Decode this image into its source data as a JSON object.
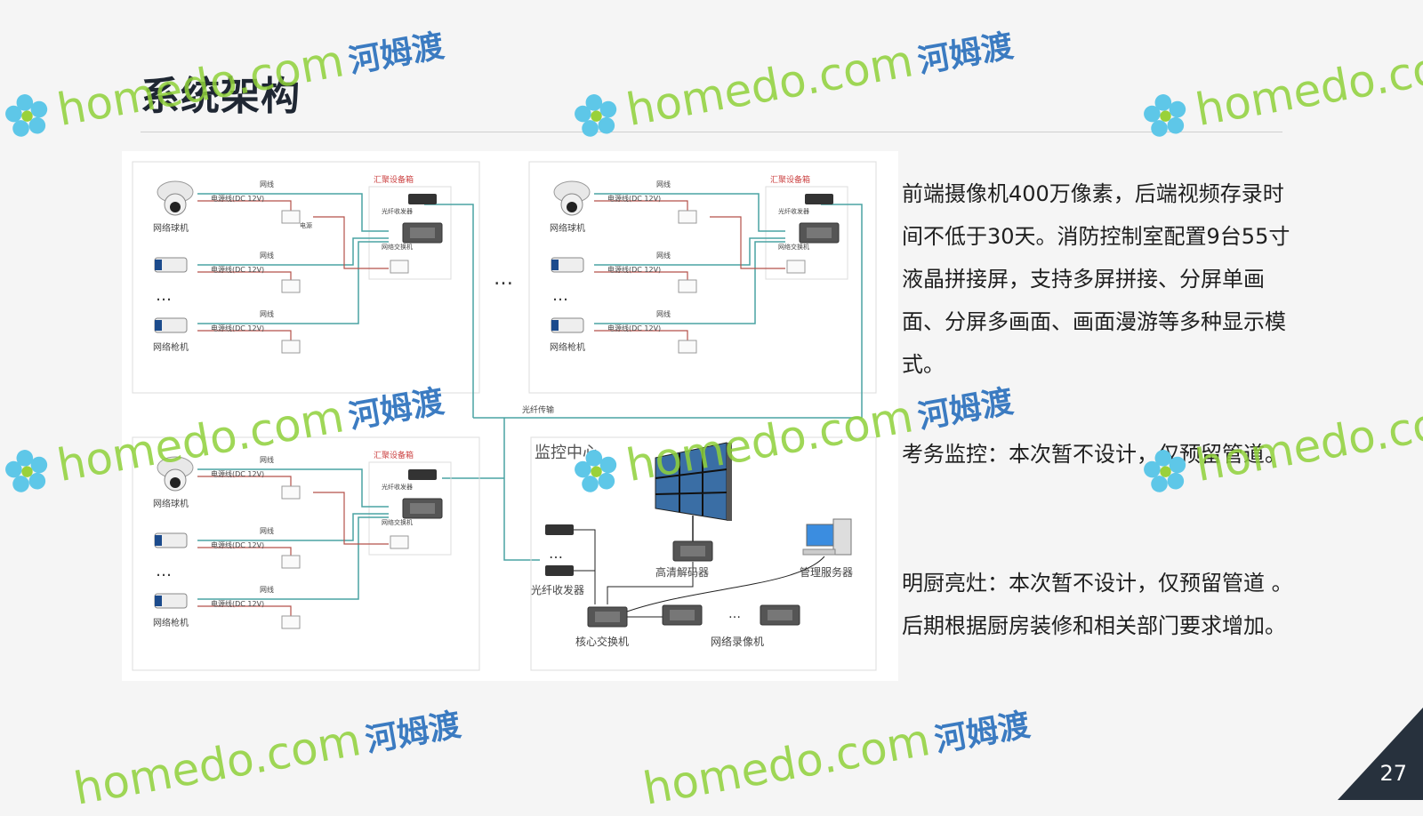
{
  "slide": {
    "title": "系统架构",
    "page_number": "27"
  },
  "description": {
    "paragraph1": "前端摄像机400万像素，后端视频存录时间不低于30天。消防控制室配置9台55寸液晶拼接屏，支持多屏拼接、分屏单画面、分屏多画面、画面漫游等多种显示模式。",
    "paragraph2": "考务监控：本次暂不设计，仅预留管道。",
    "paragraph3": "明厨亮灶：本次暂不设计，仅预留管道 。后期根据厨房装修和相关部门要求增加。"
  },
  "diagram": {
    "dome_camera": "网络球机",
    "bullet_camera": "网络枪机",
    "network_cable": "网线",
    "power_cable": "电源线(DC 12V)",
    "power_supply": "电源",
    "aggregation_device": "汇聚设备箱",
    "fiber_transceiver_small": "光纤收发器",
    "network_switch": "网络交换机",
    "ellipsis": "…",
    "fiber_transmission": "光纤传输",
    "monitoring_center": "监控中心",
    "hd_decoder": "高清解码器",
    "management_server": "管理服务器",
    "fiber_transceiver": "光纤收发器",
    "core_switch": "核心交换机",
    "nvr": "网络录像机"
  },
  "watermark": {
    "en": "homedo.com",
    "cn": "河姆渡"
  },
  "colors": {
    "title": "#1f2733",
    "cable_teal": "#4aa3a3",
    "cable_red": "#b5524a",
    "corner": "#27313d",
    "watermark_green": "#8fd13a",
    "watermark_blue": "#1b66b8"
  }
}
